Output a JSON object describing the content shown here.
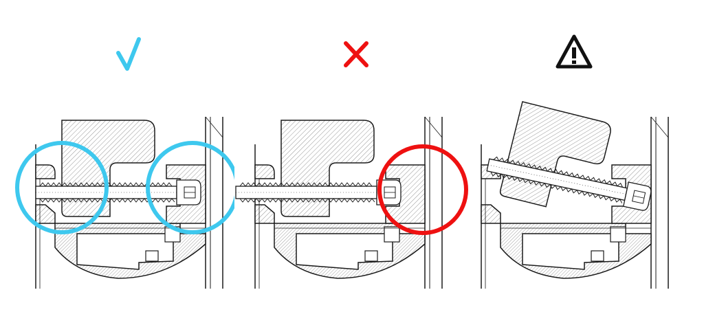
{
  "panels": [
    {
      "id": "correct",
      "symbol": "check-icon",
      "color": "#3ec8ee",
      "marker": "two-circles-cyan"
    },
    {
      "id": "incorrect",
      "symbol": "cross-icon",
      "color": "#ee1111",
      "marker": "one-circle-red"
    },
    {
      "id": "warning",
      "symbol": "warning-triangle-icon",
      "color": "#111111",
      "marker": "none"
    }
  ],
  "colors": {
    "line": "#1a1a1a",
    "hatch": "#666666",
    "background": "#ffffff"
  }
}
